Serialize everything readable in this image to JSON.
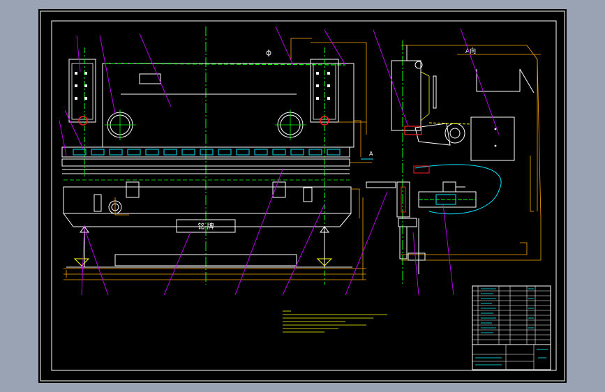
{
  "drawing": {
    "view_label": "A向",
    "section_marker": "A",
    "nameplate_text": "铭 牌",
    "top_plate_text": "",
    "colors": {
      "background": "#000000",
      "border": "#ffffff",
      "part": "#ffffff",
      "dimension": "#ffa500",
      "centerline": "#00ff00",
      "leader": "#c800ff",
      "hidden": "#ffff00",
      "cyan": "#00e5ff",
      "red": "#ff2020",
      "title_text": "#00ffff"
    }
  }
}
